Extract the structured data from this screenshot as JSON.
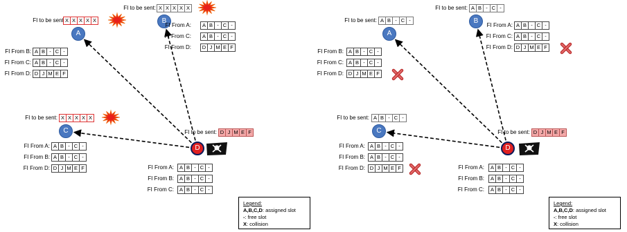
{
  "colors": {
    "node_blue": "#4a78c0",
    "node_attacker": "#e02020",
    "collision_cell_border": "#d33",
    "attacker_slot_fill": "#f4a9a9",
    "cross": "#d04040"
  },
  "icons": {
    "pirate_flag": "pirate-flag-icon",
    "burst": "red-burst-icon",
    "cross": "red-x-icon"
  },
  "panels": [
    {
      "arrows_label": "dashed arrows from D to A, B, C",
      "nodes": {
        "A": "A",
        "B": "B",
        "C": "C",
        "D": "D"
      },
      "send": {
        "A": {
          "label": "FI to be sent:",
          "cells": [
            "X",
            "X",
            "X",
            "X",
            "X"
          ]
        },
        "B": {
          "label": "FI to be sent:",
          "cells": [
            "X",
            "X",
            "X",
            "X",
            "X"
          ]
        },
        "C": {
          "label": "FI to be sent:",
          "cells": [
            "X",
            "X",
            "X",
            "X",
            "X"
          ]
        },
        "D": {
          "label": "FI to be sent:",
          "cells": [
            "D",
            "J",
            "M",
            "E",
            "F"
          ]
        }
      },
      "tables": {
        "A": [
          {
            "label": "FI From B:",
            "cells": [
              "A",
              "B",
              "-",
              "C",
              "-"
            ]
          },
          {
            "label": "FI From C:",
            "cells": [
              "A",
              "B",
              "-",
              "C",
              "-"
            ]
          },
          {
            "label": "FI From D:",
            "cells": [
              "D",
              "J",
              "M",
              "E",
              "F"
            ]
          }
        ],
        "B": [
          {
            "label": "FI From A:",
            "cells": [
              "A",
              "B",
              "-",
              "C",
              "-"
            ]
          },
          {
            "label": "FI From C:",
            "cells": [
              "A",
              "B",
              "-",
              "C",
              "-"
            ]
          },
          {
            "label": "FI From D:",
            "cells": [
              "D",
              "J",
              "M",
              "E",
              "F"
            ]
          }
        ],
        "C": [
          {
            "label": "FI From A:",
            "cells": [
              "A",
              "B",
              "-",
              "C",
              "-"
            ]
          },
          {
            "label": "FI From B:",
            "cells": [
              "A",
              "B",
              "-",
              "C",
              "-"
            ]
          },
          {
            "label": "FI From D:",
            "cells": [
              "D",
              "J",
              "M",
              "E",
              "F"
            ]
          }
        ],
        "D": [
          {
            "label": "FI From A:",
            "cells": [
              "A",
              "B",
              "-",
              "C",
              "-"
            ]
          },
          {
            "label": "FI From B:",
            "cells": [
              "A",
              "B",
              "-",
              "C",
              "-"
            ]
          },
          {
            "label": "FI From C:",
            "cells": [
              "A",
              "B",
              "-",
              "C",
              "-"
            ]
          }
        ]
      }
    },
    {
      "nodes": {
        "A": "A",
        "B": "B",
        "C": "C",
        "D": "D"
      },
      "send": {
        "A": {
          "label": "FI to be sent:",
          "cells": [
            "A",
            "B",
            "-",
            "C",
            "-"
          ]
        },
        "B": {
          "label": "FI to be sent:",
          "cells": [
            "A",
            "B",
            "-",
            "C",
            "-"
          ]
        },
        "C": {
          "label": "FI to be sent:",
          "cells": [
            "A",
            "B",
            "-",
            "C",
            "-"
          ]
        },
        "D": {
          "label": "FI to be sent:",
          "cells": [
            "D",
            "J",
            "M",
            "E",
            "F"
          ]
        }
      },
      "tables": {
        "A": [
          {
            "label": "FI From B:",
            "cells": [
              "A",
              "B",
              "-",
              "C",
              "-"
            ]
          },
          {
            "label": "FI From C:",
            "cells": [
              "A",
              "B",
              "-",
              "C",
              "-"
            ]
          },
          {
            "label": "FI From D:",
            "cells": [
              "D",
              "J",
              "M",
              "E",
              "F"
            ]
          }
        ],
        "B": [
          {
            "label": "FI From A:",
            "cells": [
              "A",
              "B",
              "-",
              "C",
              "-"
            ]
          },
          {
            "label": "FI From C:",
            "cells": [
              "A",
              "B",
              "-",
              "C",
              "-"
            ]
          },
          {
            "label": "FI From D:",
            "cells": [
              "D",
              "J",
              "M",
              "E",
              "F"
            ]
          }
        ],
        "C": [
          {
            "label": "FI From A:",
            "cells": [
              "A",
              "B",
              "-",
              "C",
              "-"
            ]
          },
          {
            "label": "FI From B:",
            "cells": [
              "A",
              "B",
              "-",
              "C",
              "-"
            ]
          },
          {
            "label": "FI From D:",
            "cells": [
              "D",
              "J",
              "M",
              "E",
              "F"
            ]
          }
        ],
        "D": [
          {
            "label": "FI From A:",
            "cells": [
              "A",
              "B",
              "-",
              "C",
              "-"
            ]
          },
          {
            "label": "FI From B:",
            "cells": [
              "A",
              "B",
              "-",
              "C",
              "-"
            ]
          },
          {
            "label": "FI From C:",
            "cells": [
              "A",
              "B",
              "-",
              "C",
              "-"
            ]
          }
        ]
      }
    }
  ],
  "legend": {
    "title": "Legend:",
    "items": [
      {
        "key": "A,B,C,D",
        "text": ": assigned slot"
      },
      {
        "key": "-",
        "text": ": free slot"
      },
      {
        "key": "X",
        "text": ": collision"
      }
    ]
  }
}
